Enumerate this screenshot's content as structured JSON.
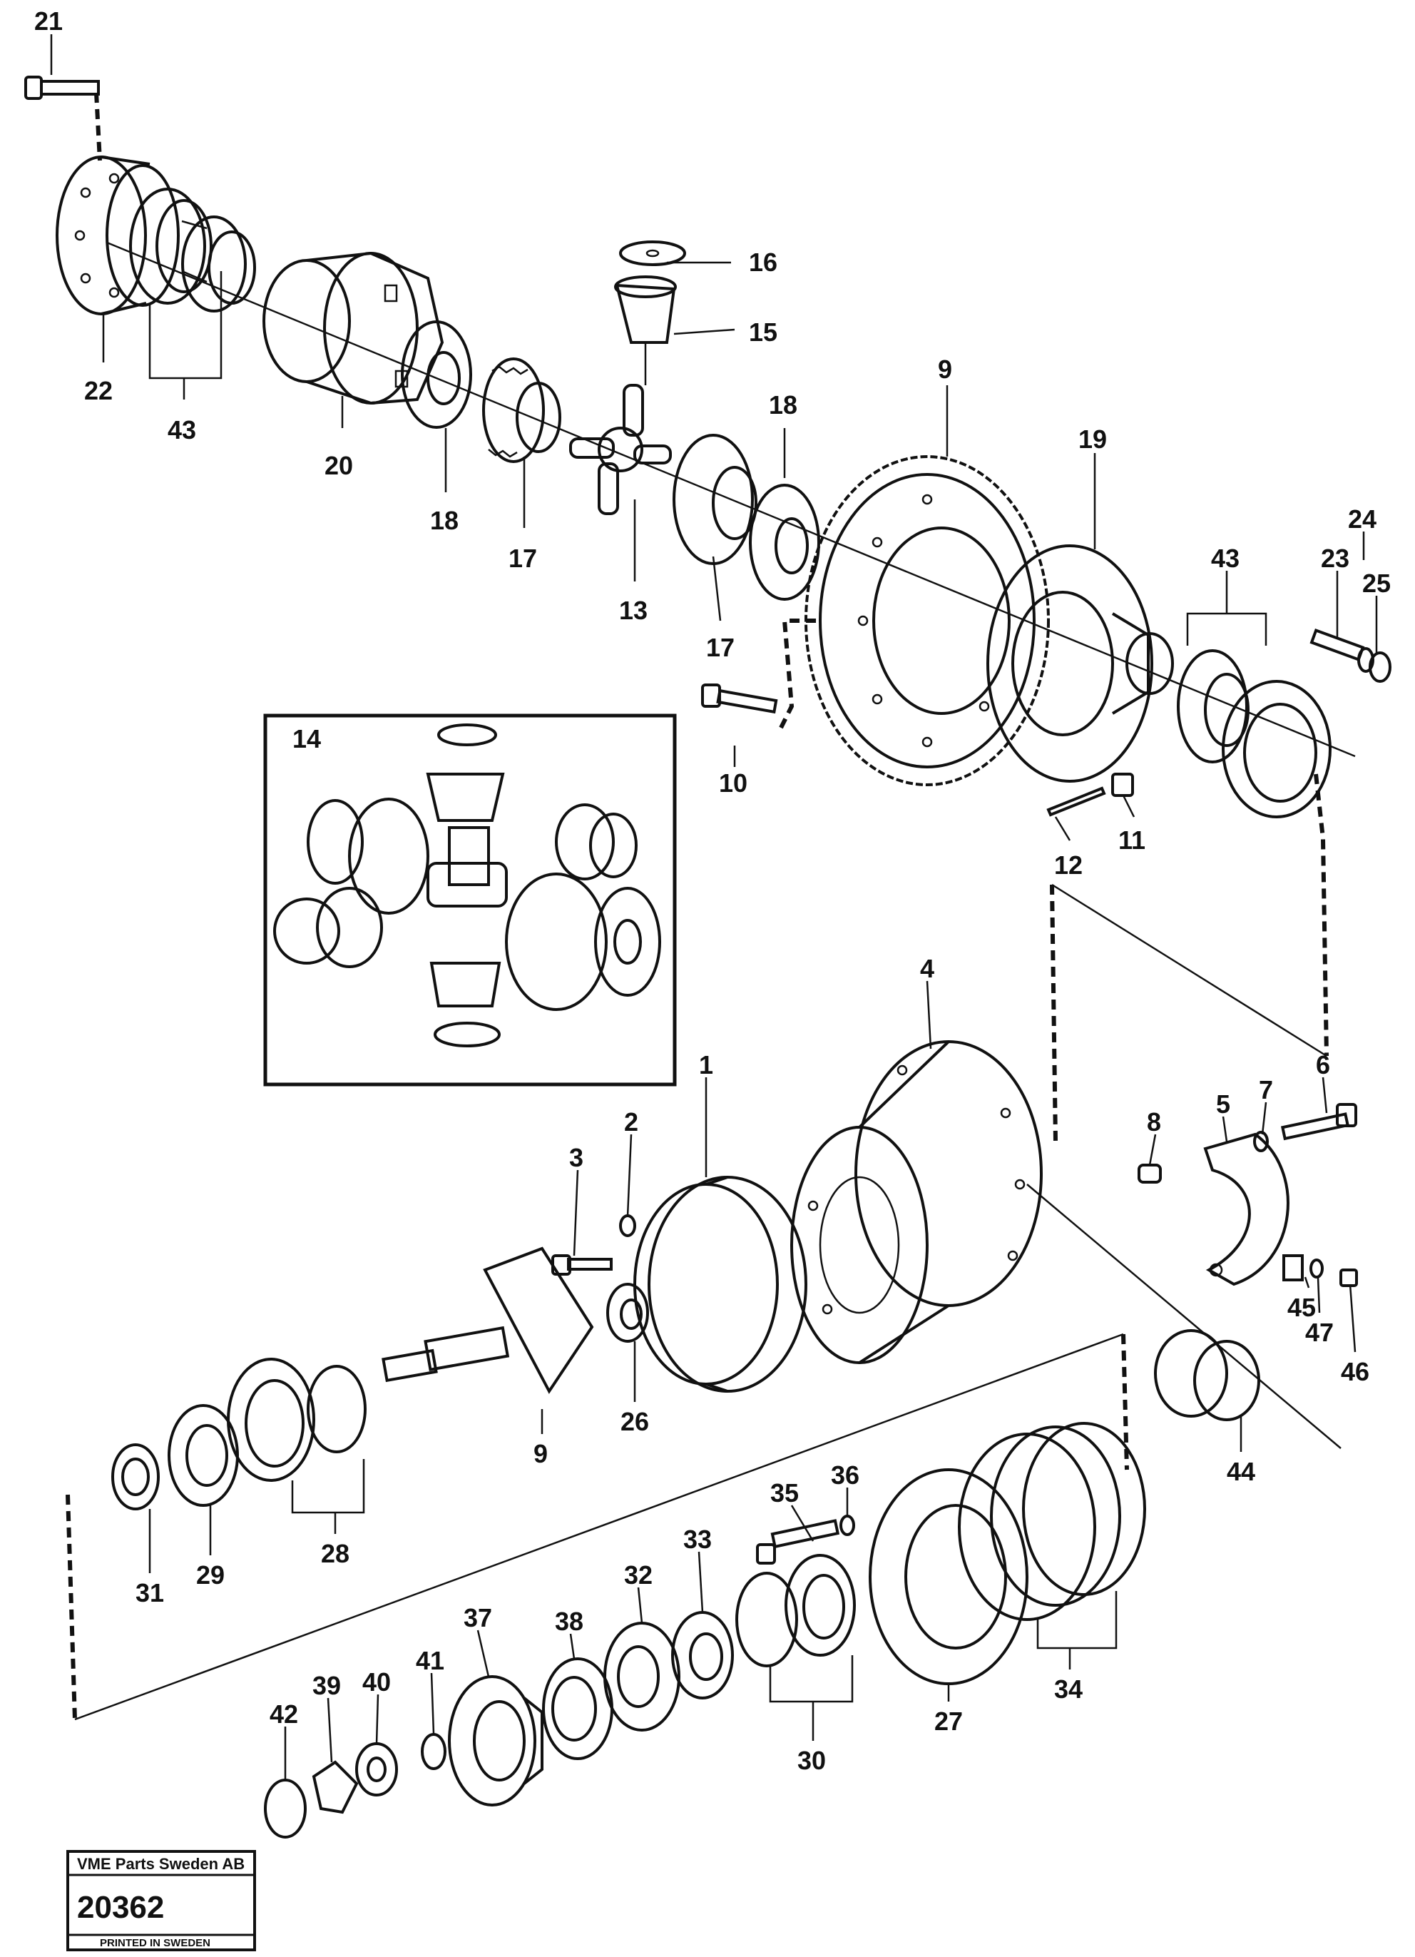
{
  "callouts": [
    {
      "id": "21",
      "text": "21"
    },
    {
      "id": "22",
      "text": "22"
    },
    {
      "id": "43a",
      "text": "43"
    },
    {
      "id": "20",
      "text": "20"
    },
    {
      "id": "18a",
      "text": "18"
    },
    {
      "id": "17a",
      "text": "17"
    },
    {
      "id": "16",
      "text": "16"
    },
    {
      "id": "15",
      "text": "15"
    },
    {
      "id": "13",
      "text": "13"
    },
    {
      "id": "18b",
      "text": "18"
    },
    {
      "id": "17b",
      "text": "17"
    },
    {
      "id": "9a",
      "text": "9"
    },
    {
      "id": "19",
      "text": "19"
    },
    {
      "id": "43b",
      "text": "43"
    },
    {
      "id": "24",
      "text": "24"
    },
    {
      "id": "23",
      "text": "23"
    },
    {
      "id": "25",
      "text": "25"
    },
    {
      "id": "10",
      "text": "10"
    },
    {
      "id": "11",
      "text": "11"
    },
    {
      "id": "12",
      "text": "12"
    },
    {
      "id": "14",
      "text": "14"
    },
    {
      "id": "4",
      "text": "4"
    },
    {
      "id": "1",
      "text": "1"
    },
    {
      "id": "2",
      "text": "2"
    },
    {
      "id": "3",
      "text": "3"
    },
    {
      "id": "8",
      "text": "8"
    },
    {
      "id": "5",
      "text": "5"
    },
    {
      "id": "7",
      "text": "7"
    },
    {
      "id": "6",
      "text": "6"
    },
    {
      "id": "45",
      "text": "45"
    },
    {
      "id": "47",
      "text": "47"
    },
    {
      "id": "46",
      "text": "46"
    },
    {
      "id": "26",
      "text": "26"
    },
    {
      "id": "9b",
      "text": "9"
    },
    {
      "id": "44",
      "text": "44"
    },
    {
      "id": "31",
      "text": "31"
    },
    {
      "id": "29",
      "text": "29"
    },
    {
      "id": "28",
      "text": "28"
    },
    {
      "id": "35",
      "text": "35"
    },
    {
      "id": "36",
      "text": "36"
    },
    {
      "id": "33",
      "text": "33"
    },
    {
      "id": "32",
      "text": "32"
    },
    {
      "id": "38",
      "text": "38"
    },
    {
      "id": "37",
      "text": "37"
    },
    {
      "id": "41",
      "text": "41"
    },
    {
      "id": "40",
      "text": "40"
    },
    {
      "id": "39",
      "text": "39"
    },
    {
      "id": "42",
      "text": "42"
    },
    {
      "id": "30",
      "text": "30"
    },
    {
      "id": "27",
      "text": "27"
    },
    {
      "id": "34",
      "text": "34"
    }
  ],
  "title_block": {
    "company": "VME Parts Sweden AB",
    "drawing_number": "20362",
    "printed": "PRINTED IN SWEDEN"
  }
}
